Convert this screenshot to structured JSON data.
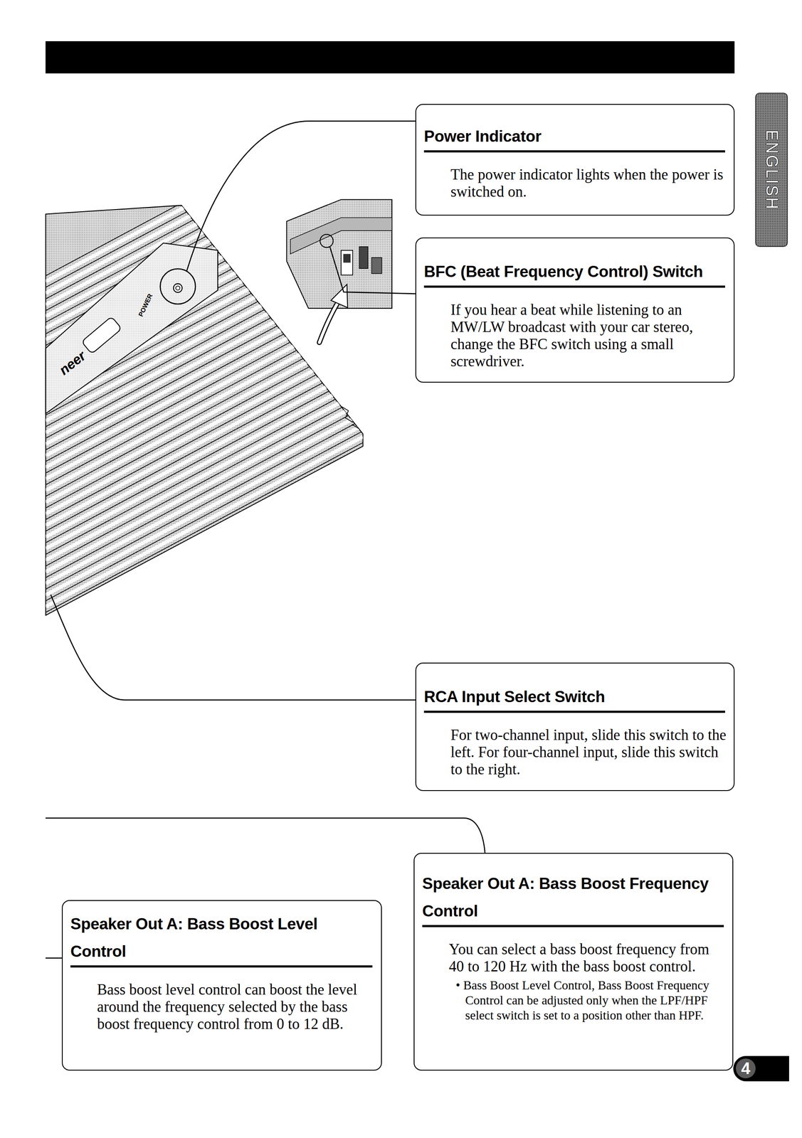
{
  "diagram": {
    "nodes": [
      {
        "text": [
          "Power Indicator",
          "The power indicator lights when the power is switched on."
        ]
      },
      {
        "text": [
          "BFC (Beat Frequency Control) Switch",
          "If you hear a beat while listening to an MW/LW broadcast with your car stereo, change the BFC switch using a small screwdriver."
        ]
      },
      {
        "text": [
          "RCA Input Select Switch",
          "For two-channel input, slide this switch to the left. For four-channel input, slide this switch to the right."
        ]
      },
      {
        "text": [
          "Speaker Out A: Bass Boost Level Control",
          "Bass boost level control can boost the level around the frequency selected by the bass boost frequency control from 0 to 12 dB."
        ]
      },
      {
        "text": [
          "Speaker Out A: Bass Boost Frequency Control",
          "You can select a bass boost frequency from 40 to 120 Hz with the bass boost control.",
          "• Bass Boost Level Control, Bass Boost Frequency Control can be adjusted only when the LPF/HPF select switch is set to a position other than HPF."
        ]
      },
      {
        "text": [
          "ENGLISH"
        ]
      },
      {
        "text": [
          "4"
        ]
      }
    ],
    "labels": [
      "POWER",
      "neer"
    ]
  }
}
